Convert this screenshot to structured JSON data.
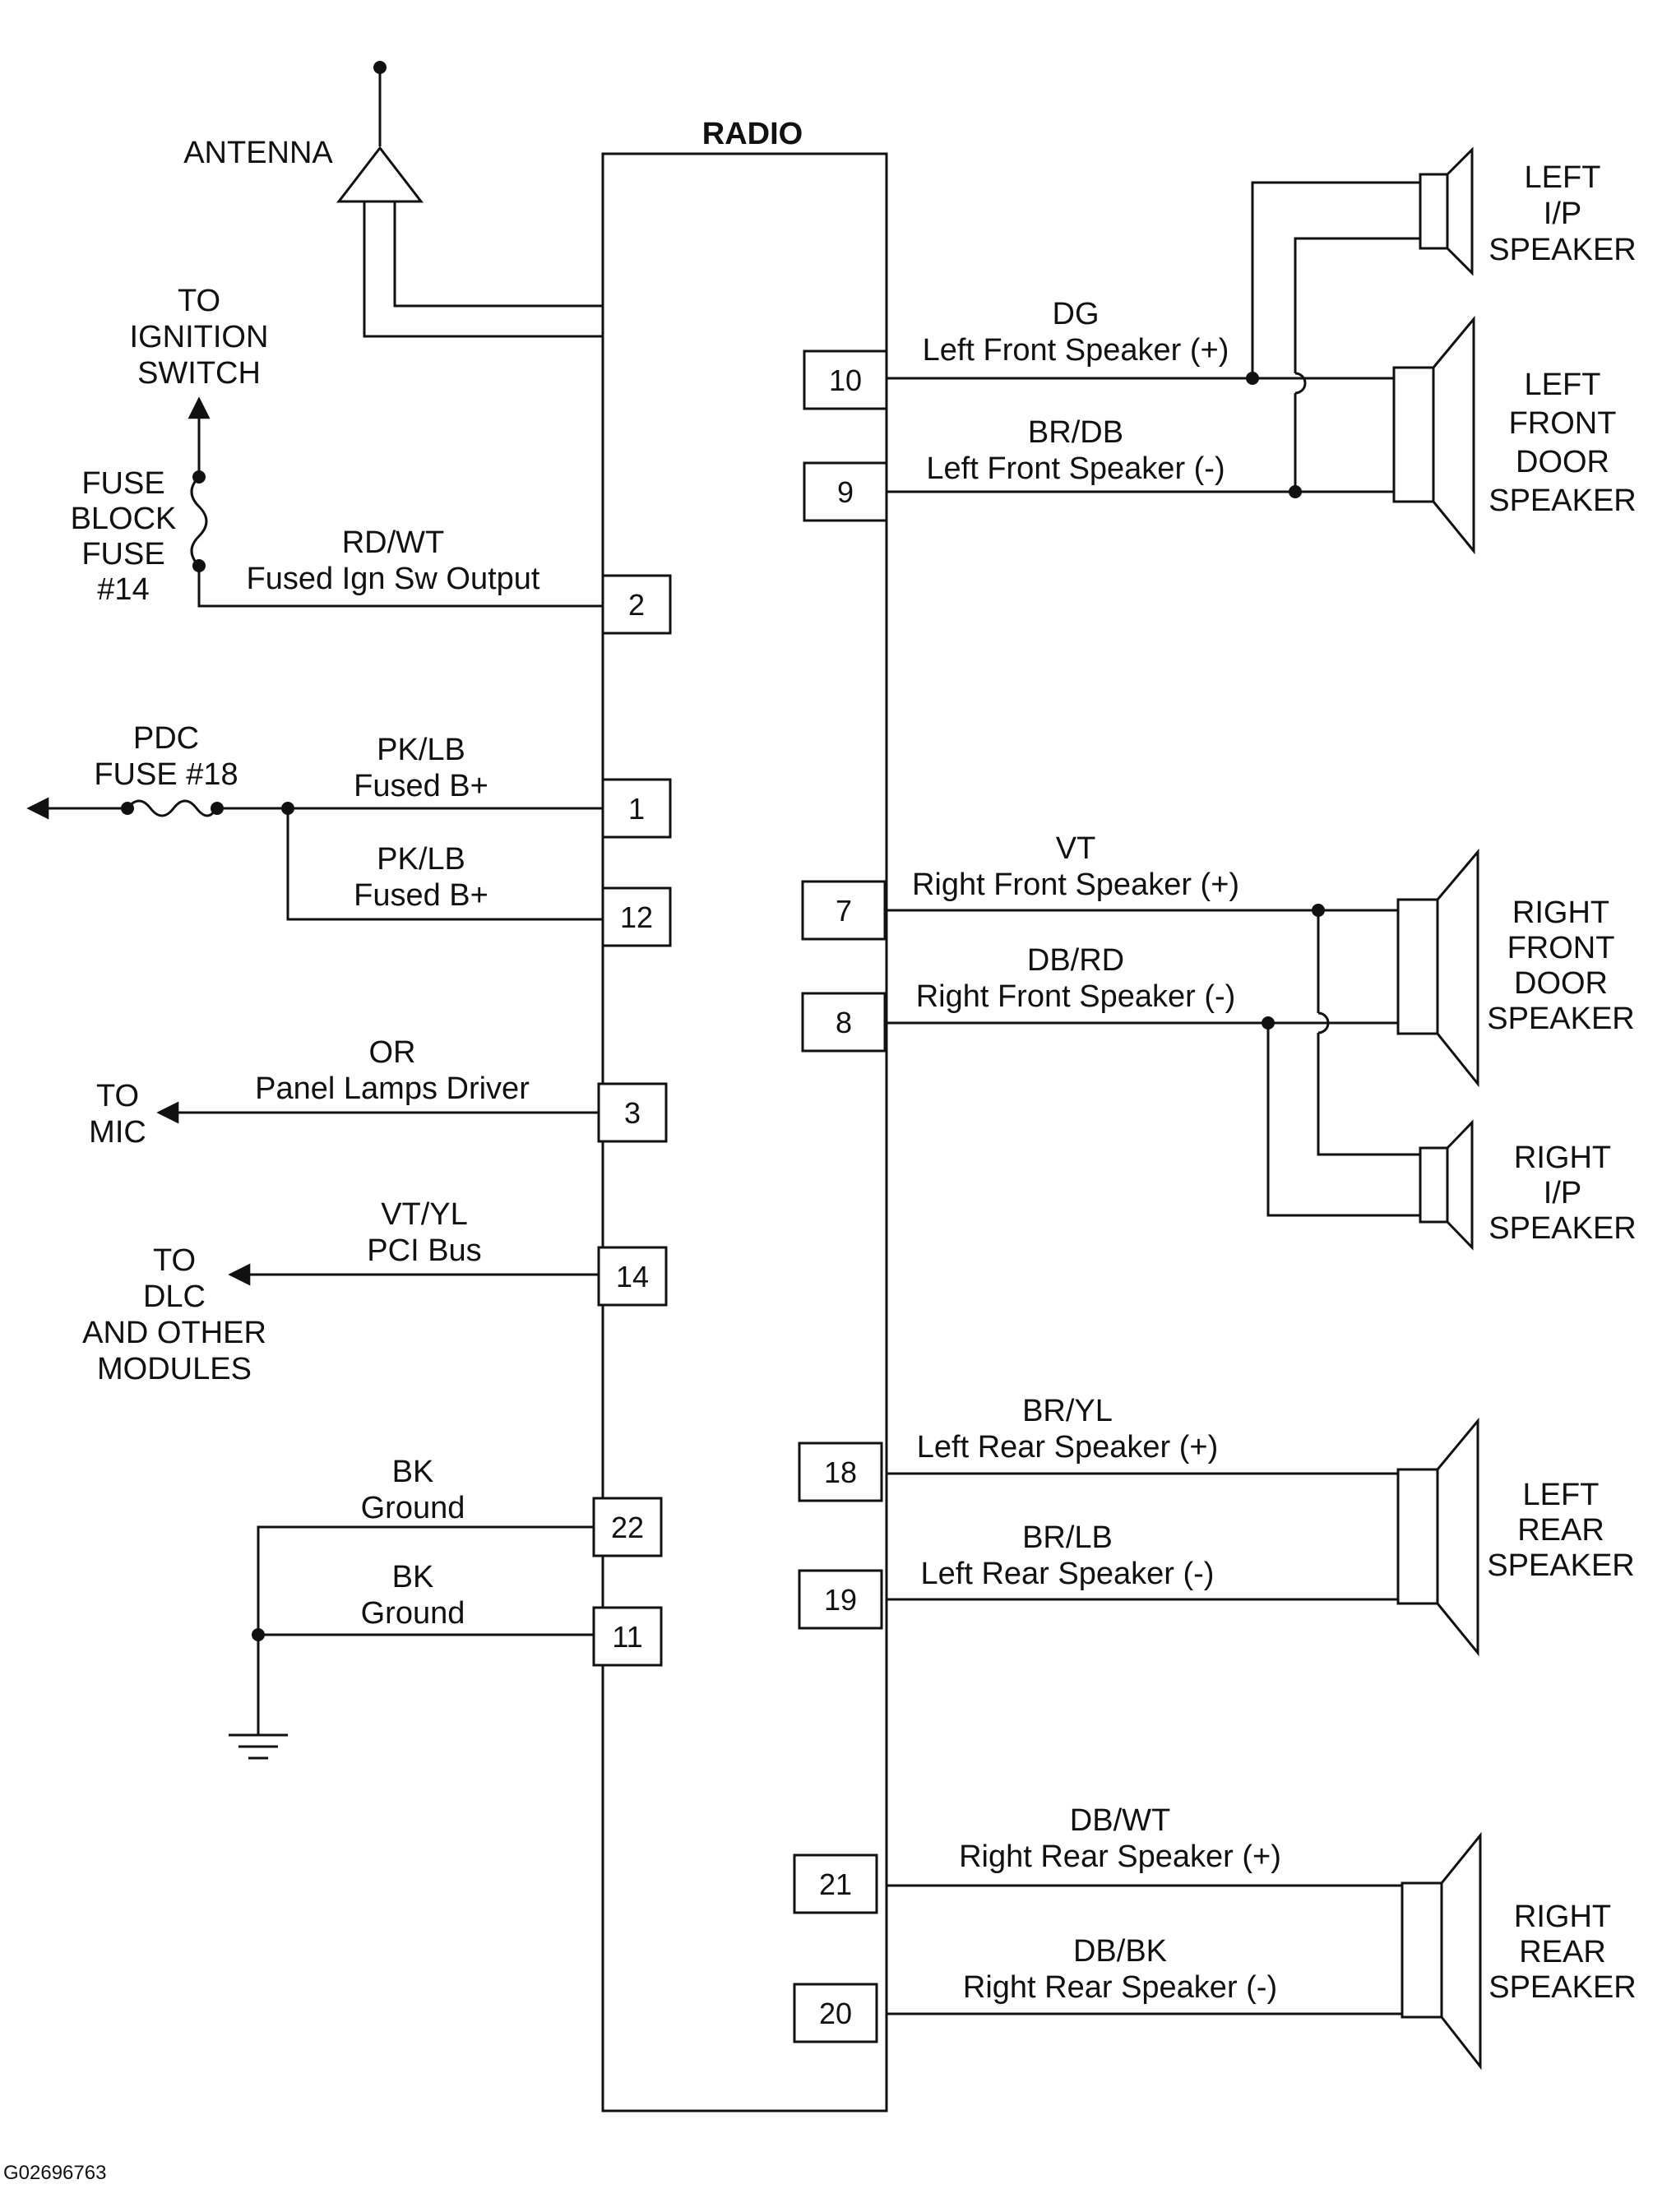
{
  "title": "RADIO",
  "figure_id": "G02696763",
  "left": {
    "antenna": "ANTENNA",
    "ignition": [
      "TO",
      "IGNITION",
      "SWITCH"
    ],
    "fuse_block": [
      "FUSE",
      "BLOCK",
      "FUSE",
      "#14"
    ],
    "pdc_fuse": [
      "PDC",
      "FUSE #18"
    ],
    "to_mic": [
      "TO",
      "MIC"
    ],
    "to_dlc": [
      "TO",
      "DLC",
      "AND OTHER",
      "MODULES"
    ]
  },
  "pins": {
    "p1": "1",
    "p2": "2",
    "p3": "3",
    "p7": "7",
    "p8": "8",
    "p9": "9",
    "p10": "10",
    "p11": "11",
    "p12": "12",
    "p14": "14",
    "p18": "18",
    "p19": "19",
    "p20": "20",
    "p21": "21",
    "p22": "22"
  },
  "wires": {
    "p2": {
      "color": "RD/WT",
      "desc": "Fused Ign Sw Output"
    },
    "p1": {
      "color": "PK/LB",
      "desc": "Fused B+"
    },
    "p12": {
      "color": "PK/LB",
      "desc": "Fused B+"
    },
    "p3": {
      "color": "OR",
      "desc": "Panel Lamps Driver"
    },
    "p14": {
      "color": "VT/YL",
      "desc": "PCI Bus"
    },
    "p22": {
      "color": "BK",
      "desc": "Ground"
    },
    "p11": {
      "color": "BK",
      "desc": "Ground"
    },
    "p10": {
      "color": "DG",
      "desc": "Left Front Speaker (+)"
    },
    "p9": {
      "color": "BR/DB",
      "desc": "Left Front Speaker (-)"
    },
    "p7": {
      "color": "VT",
      "desc": "Right Front Speaker (+)"
    },
    "p8": {
      "color": "DB/RD",
      "desc": "Right Front Speaker (-)"
    },
    "p18": {
      "color": "BR/YL",
      "desc": "Left Rear Speaker (+)"
    },
    "p19": {
      "color": "BR/LB",
      "desc": "Left Rear Speaker (-)"
    },
    "p21": {
      "color": "DB/WT",
      "desc": "Right Rear Speaker (+)"
    },
    "p20": {
      "color": "DB/BK",
      "desc": "Right Rear Speaker (-)"
    }
  },
  "speakers": {
    "left_ip": [
      "LEFT",
      "I/P",
      "SPEAKER"
    ],
    "left_front_door": [
      "LEFT",
      "FRONT",
      "DOOR",
      "SPEAKER"
    ],
    "right_front_door": [
      "RIGHT",
      "FRONT",
      "DOOR",
      "SPEAKER"
    ],
    "right_ip": [
      "RIGHT",
      "I/P",
      "SPEAKER"
    ],
    "left_rear": [
      "LEFT",
      "REAR",
      "SPEAKER"
    ],
    "right_rear": [
      "RIGHT",
      "REAR",
      "SPEAKER"
    ]
  }
}
